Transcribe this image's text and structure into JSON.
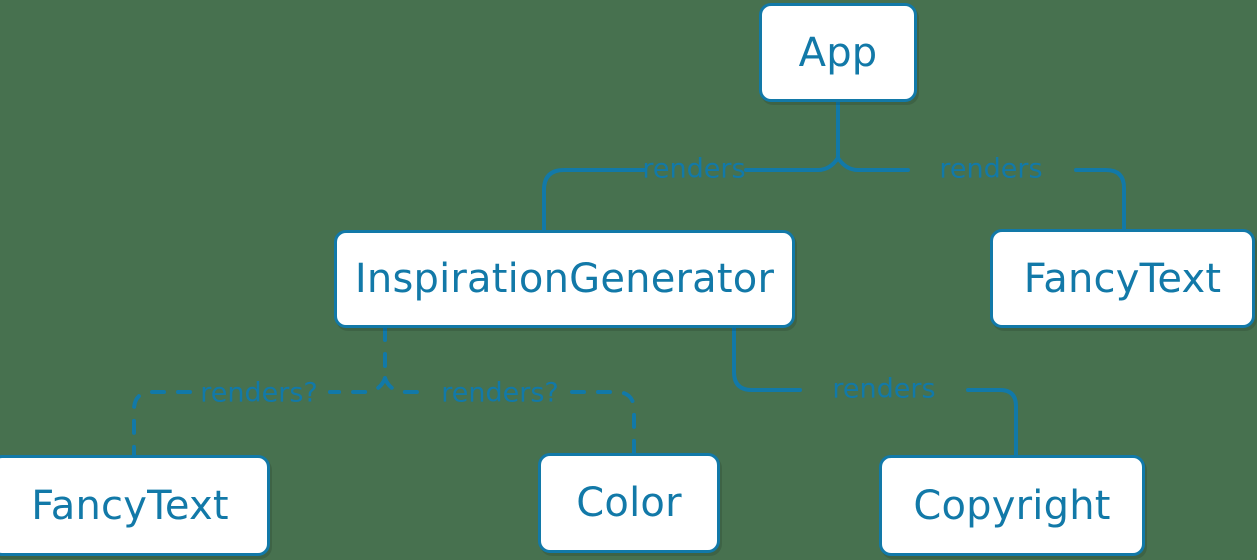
{
  "diagram": {
    "type": "component-tree",
    "background_color": "#47714f",
    "accent_color": "#1279a8",
    "node_fill_color": "#ffffff",
    "nodes": [
      {
        "id": "app",
        "label": "App"
      },
      {
        "id": "insp",
        "label": "InspirationGenerator"
      },
      {
        "id": "fancy_top",
        "label": "FancyText"
      },
      {
        "id": "fancy_bot",
        "label": "FancyText"
      },
      {
        "id": "color",
        "label": "Color"
      },
      {
        "id": "copyright",
        "label": "Copyright"
      }
    ],
    "edges": [
      {
        "from": "app",
        "to": "insp",
        "label": "renders",
        "style": "solid"
      },
      {
        "from": "app",
        "to": "fancy_top",
        "label": "renders",
        "style": "solid"
      },
      {
        "from": "insp",
        "to": "fancy_bot",
        "label": "renders?",
        "style": "dashed"
      },
      {
        "from": "insp",
        "to": "color",
        "label": "renders?",
        "style": "dashed"
      },
      {
        "from": "insp",
        "to": "copyright",
        "label": "renders",
        "style": "solid"
      }
    ],
    "labels": {
      "renders_left": "renders",
      "renders_right": "renders",
      "renders_copyright": "renders",
      "renders_q_left": "renders?",
      "renders_q_right": "renders?"
    }
  }
}
